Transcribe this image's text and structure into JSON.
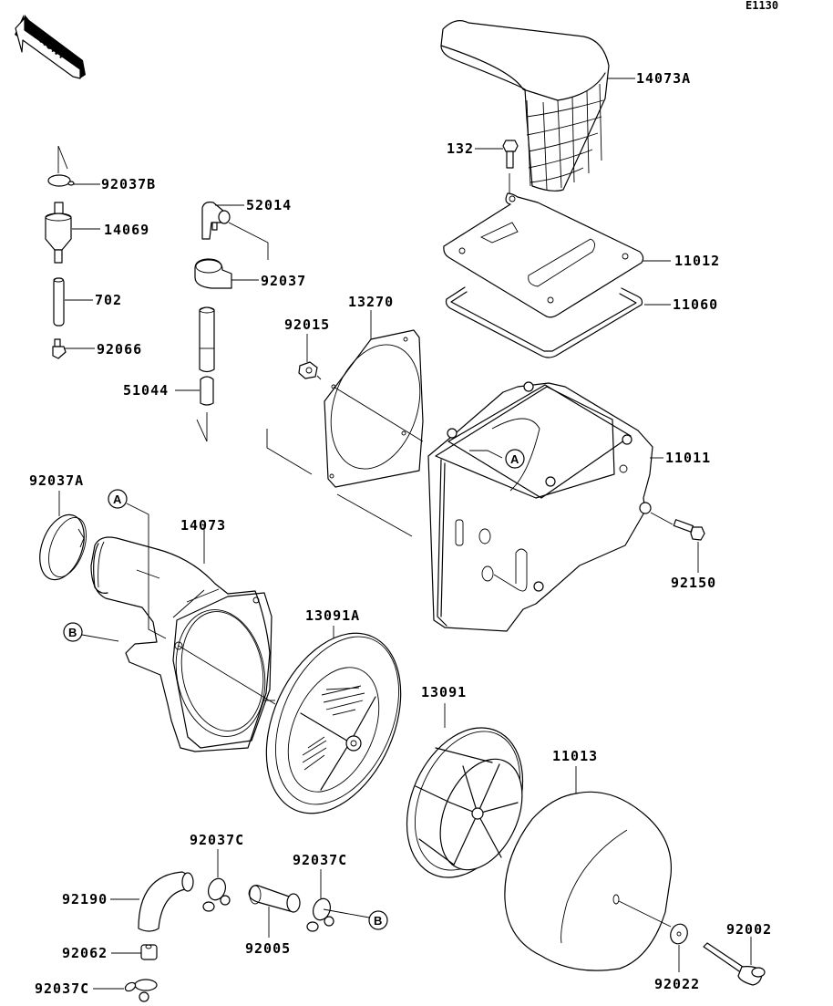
{
  "diagram": {
    "code": "E1130",
    "front_label": "FRONT",
    "parts": [
      {
        "id": "14073A",
        "label": "14073A"
      },
      {
        "id": "132",
        "label": "132"
      },
      {
        "id": "11012",
        "label": "11012"
      },
      {
        "id": "11060",
        "label": "11060"
      },
      {
        "id": "92037B",
        "label": "92037B"
      },
      {
        "id": "14069",
        "label": "14069"
      },
      {
        "id": "702",
        "label": "702"
      },
      {
        "id": "92066",
        "label": "92066"
      },
      {
        "id": "52014",
        "label": "52014"
      },
      {
        "id": "92037",
        "label": "92037"
      },
      {
        "id": "51044",
        "label": "51044"
      },
      {
        "id": "92015",
        "label": "92015"
      },
      {
        "id": "13270",
        "label": "13270"
      },
      {
        "id": "11011",
        "label": "11011"
      },
      {
        "id": "92150",
        "label": "92150"
      },
      {
        "id": "92037A",
        "label": "92037A"
      },
      {
        "id": "14073",
        "label": "14073"
      },
      {
        "id": "13091A",
        "label": "13091A"
      },
      {
        "id": "13091",
        "label": "13091"
      },
      {
        "id": "11013",
        "label": "11013"
      },
      {
        "id": "92037C_1",
        "label": "92037C"
      },
      {
        "id": "92037C_2",
        "label": "92037C"
      },
      {
        "id": "92190",
        "label": "92190"
      },
      {
        "id": "92005",
        "label": "92005"
      },
      {
        "id": "92062",
        "label": "92062"
      },
      {
        "id": "92037C_3",
        "label": "92037C"
      },
      {
        "id": "92002",
        "label": "92002"
      },
      {
        "id": "92022",
        "label": "92022"
      }
    ],
    "callouts": [
      {
        "id": "A_box",
        "label": "A"
      },
      {
        "id": "A_duct",
        "label": "A"
      },
      {
        "id": "B_duct",
        "label": "B"
      },
      {
        "id": "B_clamp",
        "label": "B"
      }
    ]
  }
}
